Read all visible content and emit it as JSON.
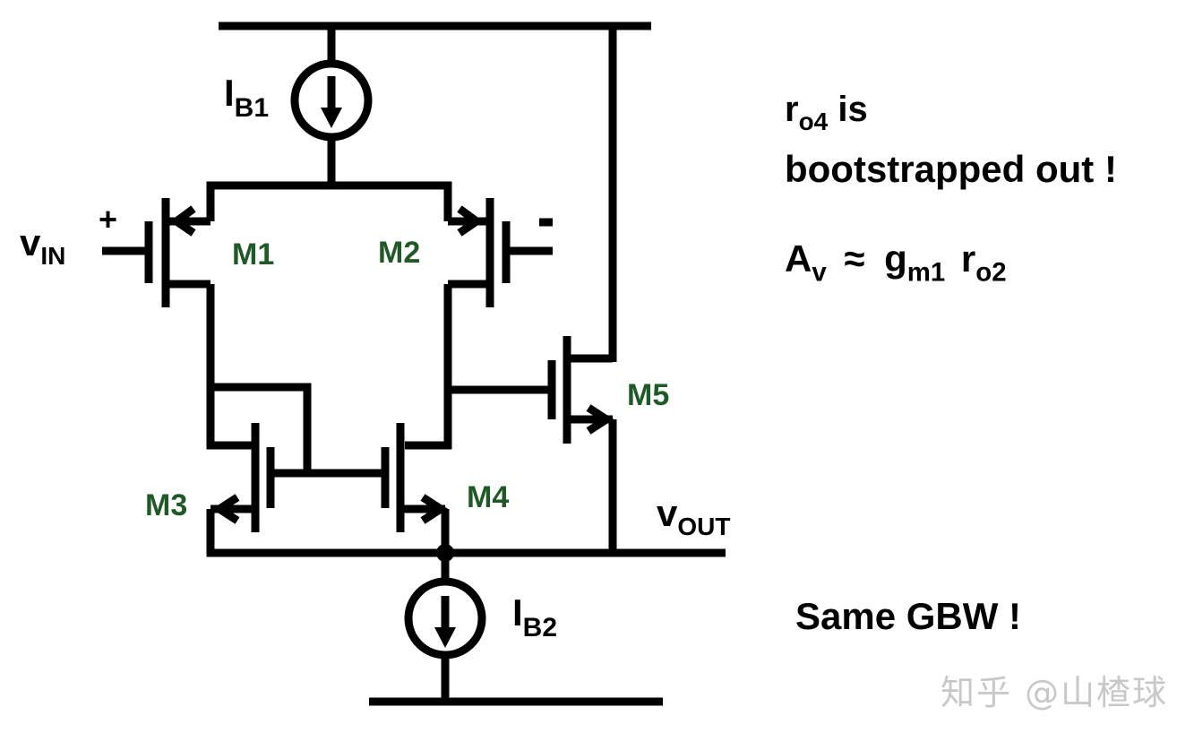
{
  "diagram": {
    "type": "circuit-schematic",
    "label_color": "#1f5a26",
    "devices": [
      {
        "id": "M1",
        "label": "M1",
        "kind": "pmos",
        "role": "input pair (+)"
      },
      {
        "id": "M2",
        "label": "M2",
        "kind": "pmos",
        "role": "input pair (-)"
      },
      {
        "id": "M3",
        "label": "M3",
        "kind": "nmos",
        "role": "current mirror (diode)"
      },
      {
        "id": "M4",
        "label": "M4",
        "kind": "nmos",
        "role": "current mirror"
      },
      {
        "id": "M5",
        "label": "M5",
        "kind": "nmos",
        "role": "source follower"
      }
    ],
    "sources": [
      {
        "id": "IB1",
        "main": "I",
        "sub": "B1"
      },
      {
        "id": "IB2",
        "main": "I",
        "sub": "B2"
      }
    ],
    "ports": {
      "vin": {
        "main": "v",
        "sub": "IN",
        "plus": "+"
      },
      "vin_minus": "-",
      "vout": {
        "main": "v",
        "sub": "OUT"
      }
    }
  },
  "notes": {
    "line1": {
      "r": "r",
      "sub": "o4",
      "rest": " is"
    },
    "line2": "bootstrapped out !",
    "gain": {
      "A": "A",
      "A_sub": "v",
      "approx": "≈",
      "g": "g",
      "g_sub": "m1",
      "r": "r",
      "r_sub": "o2"
    },
    "gbw": "Same GBW !"
  },
  "watermark": "知乎 @山楂球"
}
